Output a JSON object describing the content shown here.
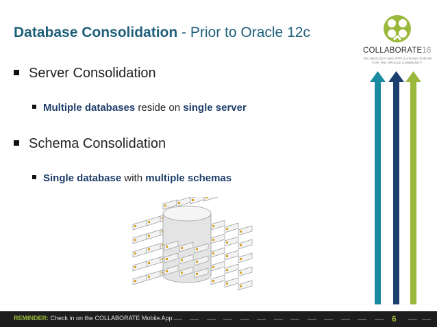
{
  "slide": {
    "title_bold": "Database Consolidation",
    "title_rest": " - Prior to Oracle 12c",
    "page_number": "6"
  },
  "logo": {
    "brand": "COLLABORATE",
    "year": "16",
    "tagline_line1": "TECHNOLOGY AND APPLICATIONS FORUM",
    "tagline_line2": "FOR THE ORACLE COMMUNITY"
  },
  "bullets": [
    {
      "label": "Server Consolidation",
      "sub": {
        "bold1": "Multiple databases",
        "text": " reside on ",
        "bold2": "single server"
      }
    },
    {
      "label": "Schema Consolidation",
      "sub": {
        "bold1": "Single database",
        "text": " with ",
        "bold2": "multiple schemas"
      }
    }
  ],
  "footer": {
    "label": "REMINDER:",
    "text": " Check in on the COLLABORATE Mobile App"
  },
  "colors": {
    "title": "#1f5f7a",
    "accent_green": "#9ab83b",
    "accent_teal": "#1a8aa0",
    "accent_navy": "#1b3f6e",
    "footer_bg": "#1d1d1d"
  }
}
